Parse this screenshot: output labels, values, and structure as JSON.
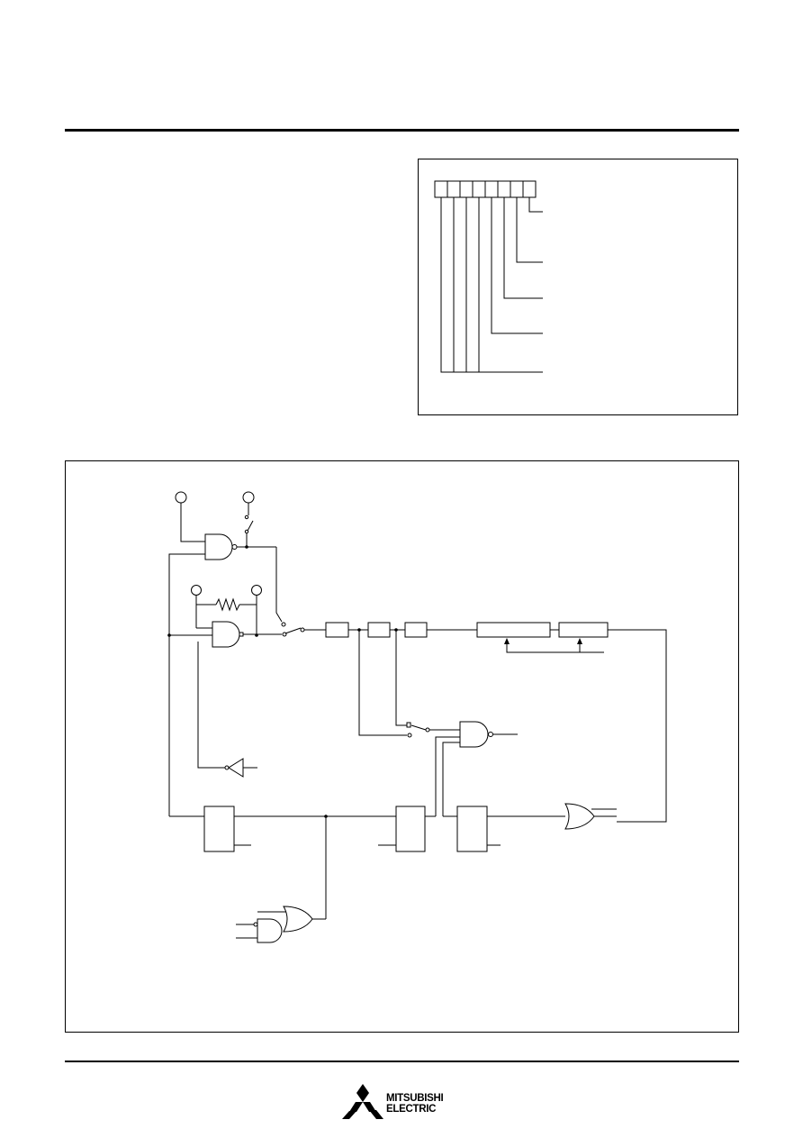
{
  "header": {},
  "register_diagram": {
    "bit_count": 8
  },
  "circuit_diagram": {},
  "footer": {
    "logo": {
      "brand_line1": "MITSUBISHI",
      "brand_line2": "ELECTRIC",
      "icon": "three-diamonds-icon"
    }
  }
}
